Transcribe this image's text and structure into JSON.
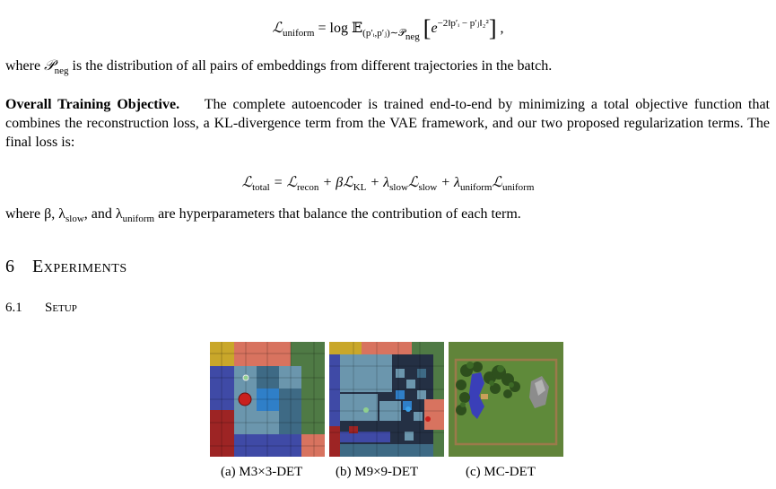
{
  "equation_uniform": {
    "lhs": "ℒ",
    "lhs_sub": "uniform",
    "op": "= log 𝔼",
    "expect_sub": "(p′ᵢ,p′ⱼ)∼𝒫",
    "expect_subsub": "neg",
    "exp_base": "e",
    "exp_sup": "−2‖p′ᵢ − p′ⱼ‖₂²",
    "trail": ","
  },
  "where_line_1": {
    "pre": "where ",
    "sym": "𝒫",
    "sym_sub": "neg",
    "post": " is the distribution of all pairs of embeddings from different trajectories in the batch."
  },
  "objective_paragraph": {
    "heading": "Overall Training Objective.",
    "body": "The complete autoencoder is trained end-to-end by minimizing a total objective function that combines the reconstruction loss, a KL-divergence term from the VAE framework, and our two proposed regularization terms. The final loss is:"
  },
  "equation_total": {
    "text_a": "ℒ",
    "sub_a": "total",
    "text_b": " = ℒ",
    "sub_b": "recon",
    "text_c": " + βℒ",
    "sub_c": "KL",
    "text_d": " + λ",
    "sub_d": "slow",
    "text_e": "ℒ",
    "sub_e": "slow",
    "text_f": " + λ",
    "sub_f": "uniform",
    "text_g": "ℒ",
    "sub_g": "uniform"
  },
  "where_line_2": {
    "a": "where β, λ",
    "a_sub": "slow",
    "b": ", and λ",
    "b_sub": "uniform",
    "c": " are hyperparameters that balance the contribution of each term."
  },
  "section": {
    "number": "6",
    "title": "Experiments"
  },
  "subsection": {
    "number": "6.1",
    "title": "Setup"
  },
  "figures": [
    {
      "caption": "(a) M3×3-DET"
    },
    {
      "caption": "(b) M9×9-DET"
    },
    {
      "caption": "(c) MC-DET"
    }
  ]
}
